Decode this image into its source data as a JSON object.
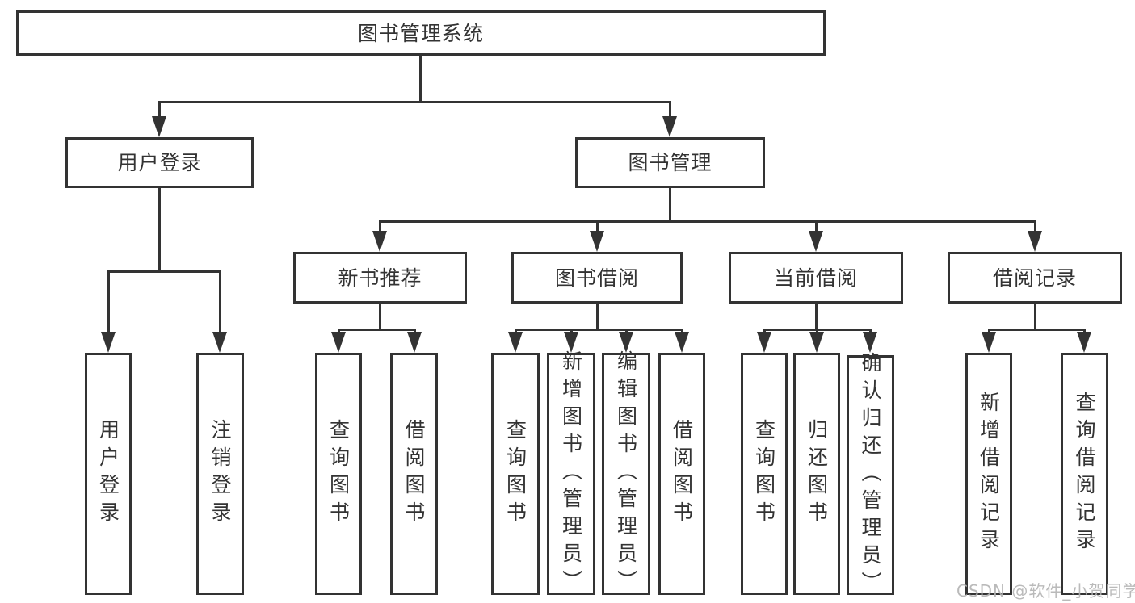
{
  "diagram": {
    "root": {
      "label": "图书管理系统"
    },
    "level2": [
      {
        "id": "user-login",
        "label": "用户登录"
      },
      {
        "id": "book-management",
        "label": "图书管理"
      }
    ],
    "level3": [
      {
        "id": "new-book-recommend",
        "label": "新书推荐"
      },
      {
        "id": "book-borrow",
        "label": "图书借阅"
      },
      {
        "id": "current-borrow",
        "label": "当前借阅"
      },
      {
        "id": "borrow-records",
        "label": "借阅记录"
      }
    ],
    "leaves": [
      {
        "parent": "user-login",
        "label": "用户登录"
      },
      {
        "parent": "user-login",
        "label": "注销登录"
      },
      {
        "parent": "new-book-recommend",
        "label": "查询图书"
      },
      {
        "parent": "new-book-recommend",
        "label": "借阅图书"
      },
      {
        "parent": "book-borrow",
        "label": "查询图书"
      },
      {
        "parent": "book-borrow",
        "label": "新增图书（管理员）"
      },
      {
        "parent": "book-borrow",
        "label": "编辑图书（管理员）"
      },
      {
        "parent": "book-borrow",
        "label": "借阅图书"
      },
      {
        "parent": "current-borrow",
        "label": "查询图书"
      },
      {
        "parent": "current-borrow",
        "label": "归还图书"
      },
      {
        "parent": "current-borrow",
        "label": "确认归还（管理员）"
      },
      {
        "parent": "borrow-records",
        "label": "新增借阅记录"
      },
      {
        "parent": "borrow-records",
        "label": "查询借阅记录"
      }
    ],
    "watermark": "CSDN @软件_小贺同学",
    "colors": {
      "line": "#333333",
      "text": "#333333",
      "box_background": "#ffffff",
      "watermark": "#b3b3b3",
      "page_background": "#ffffff"
    }
  }
}
